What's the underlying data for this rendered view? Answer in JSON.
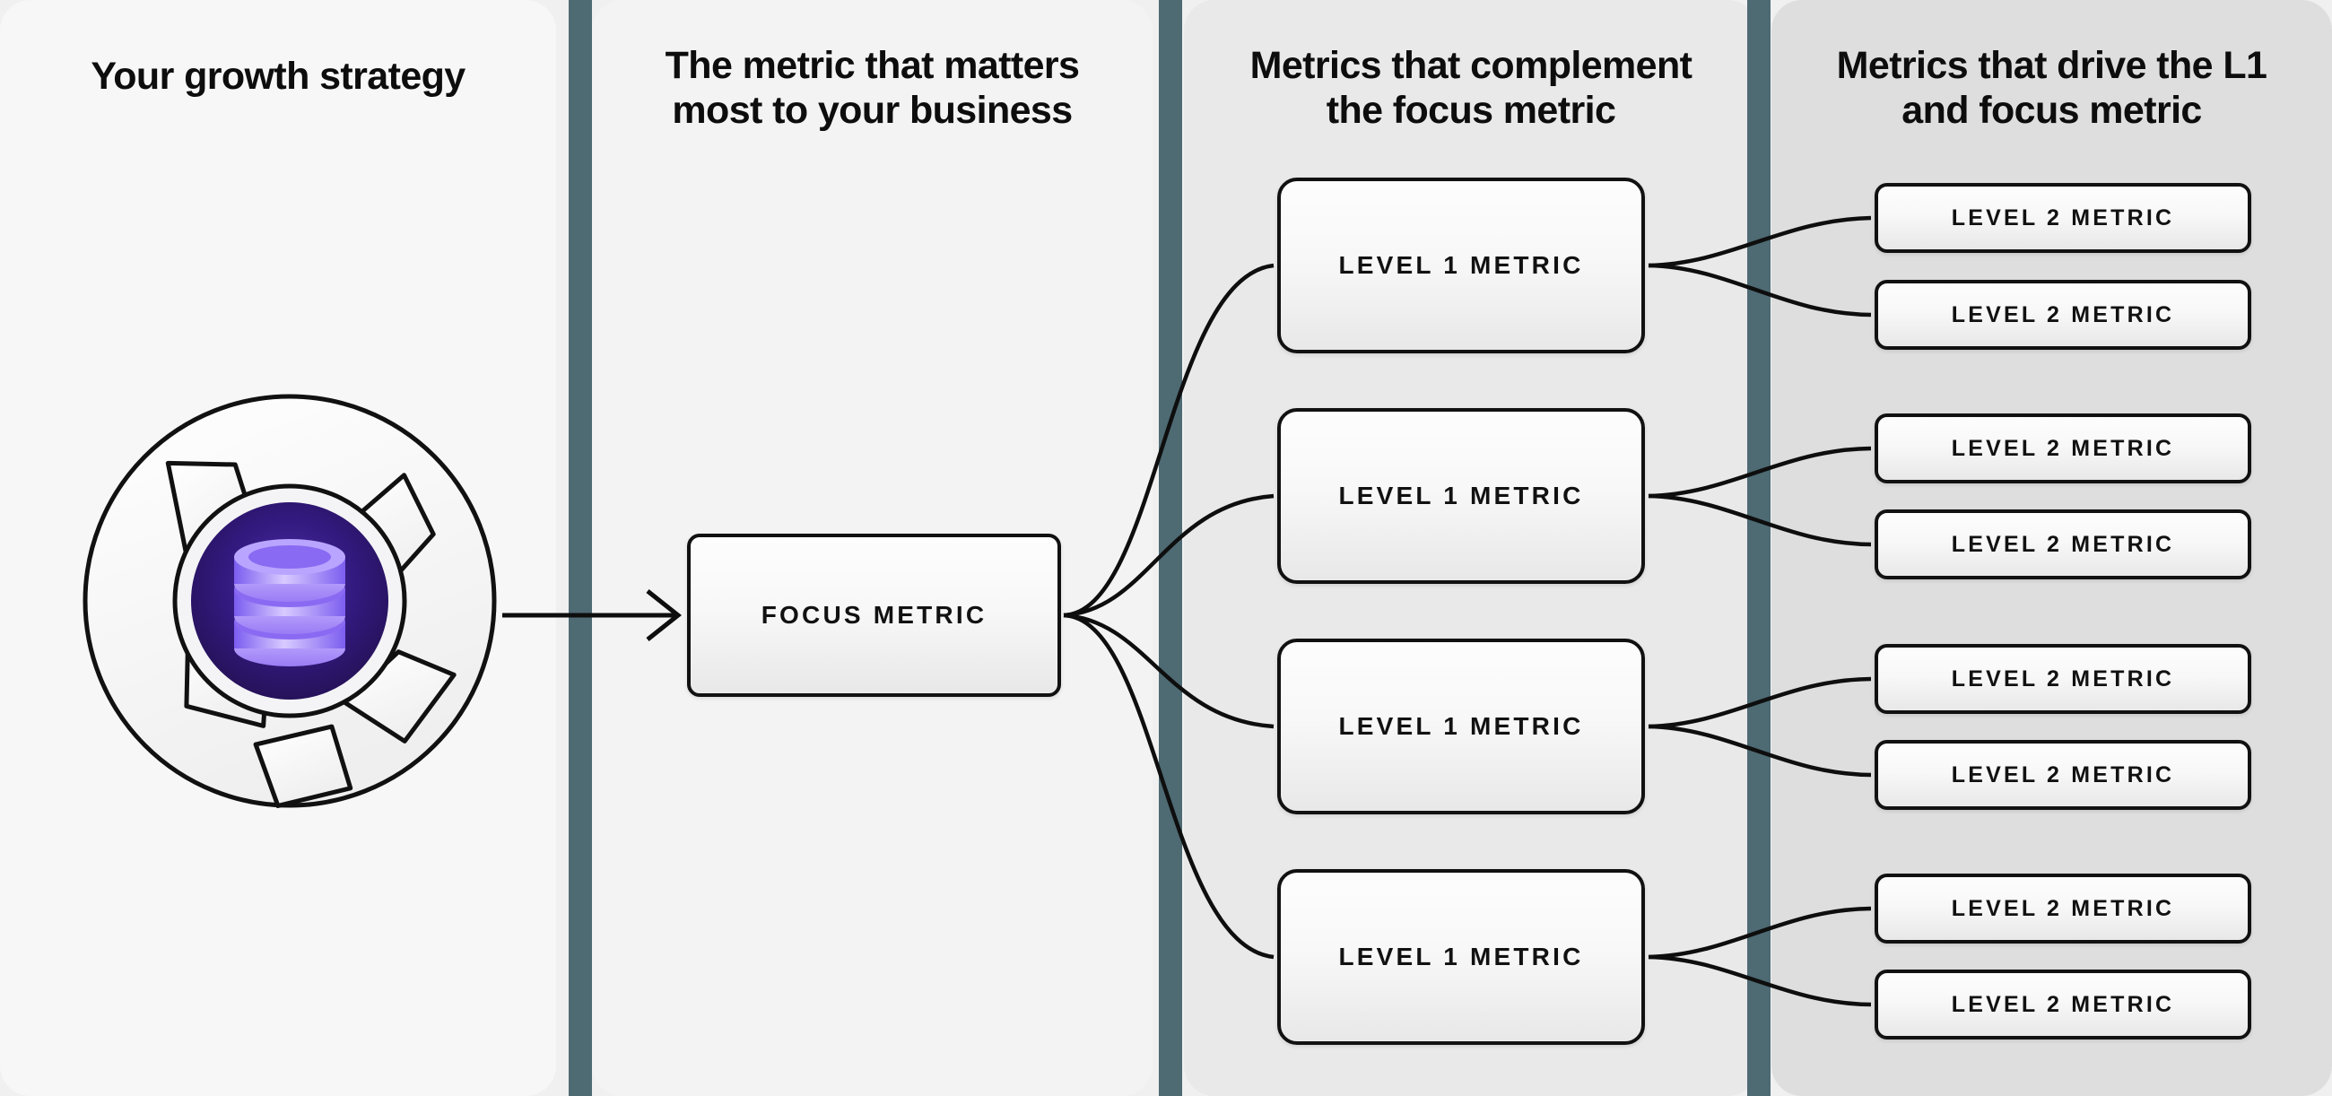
{
  "columns": [
    {
      "id": "growth-strategy",
      "title": "Your growth strategy",
      "bg": "#f7f7f7"
    },
    {
      "id": "focus-metric",
      "title": "The metric that matters\nmost to your business",
      "bg": "#f3f3f3"
    },
    {
      "id": "complement-metrics",
      "title": "Metrics that complement\nthe focus metric",
      "bg": "#e9e9e9"
    },
    {
      "id": "driver-metrics",
      "title": "Metrics that drive the L1\nand focus metric",
      "bg": "#dedede"
    }
  ],
  "graphic": {
    "name": "growth-strategy-aperture",
    "core_icon": "database-icon",
    "core_color": "#2b1863",
    "icon_color": "#a78bfa",
    "ring_color": "#fafafa",
    "outline_color": "#111111"
  },
  "focus": {
    "label": "FOCUS METRIC"
  },
  "level1": [
    {
      "label": "LEVEL 1 METRIC"
    },
    {
      "label": "LEVEL 1 METRIC"
    },
    {
      "label": "LEVEL 1 METRIC"
    },
    {
      "label": "LEVEL 1 METRIC"
    }
  ],
  "level2": [
    {
      "label": "LEVEL 2 METRIC"
    },
    {
      "label": "LEVEL 2 METRIC"
    },
    {
      "label": "LEVEL 2 METRIC"
    },
    {
      "label": "LEVEL 2 METRIC"
    },
    {
      "label": "LEVEL 2 METRIC"
    },
    {
      "label": "LEVEL 2 METRIC"
    },
    {
      "label": "LEVEL 2 METRIC"
    },
    {
      "label": "LEVEL 2 METRIC"
    }
  ],
  "theme": {
    "divider": "#4e6a73",
    "page_bg": "#f0f0f0",
    "node_border": "#111111",
    "text": "#0d0d0d"
  }
}
